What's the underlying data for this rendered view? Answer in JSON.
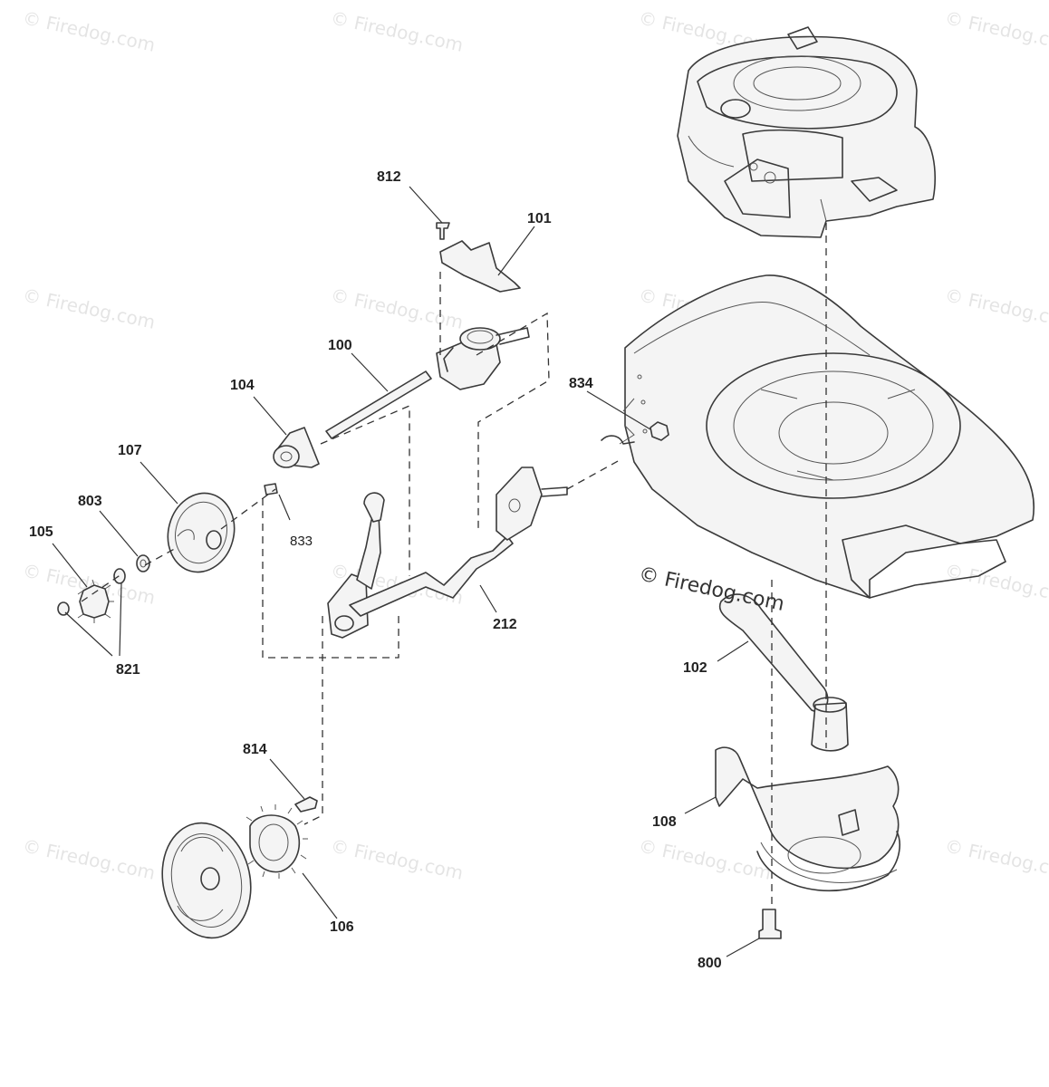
{
  "diagram": {
    "callouts": [
      {
        "id": "812",
        "text": "812"
      },
      {
        "id": "101",
        "text": "101"
      },
      {
        "id": "100",
        "text": "100"
      },
      {
        "id": "104",
        "text": "104"
      },
      {
        "id": "107",
        "text": "107"
      },
      {
        "id": "803",
        "text": "803"
      },
      {
        "id": "105",
        "text": "105"
      },
      {
        "id": "833",
        "text": "833"
      },
      {
        "id": "821",
        "text": "821"
      },
      {
        "id": "212",
        "text": "212"
      },
      {
        "id": "834",
        "text": "834"
      },
      {
        "id": "102",
        "text": "102"
      },
      {
        "id": "814",
        "text": "814"
      },
      {
        "id": "108",
        "text": "108"
      },
      {
        "id": "106",
        "text": "106"
      },
      {
        "id": "800",
        "text": "800"
      }
    ],
    "watermark": "© Firedog.com",
    "main_watermark": "© Firedog.com"
  }
}
